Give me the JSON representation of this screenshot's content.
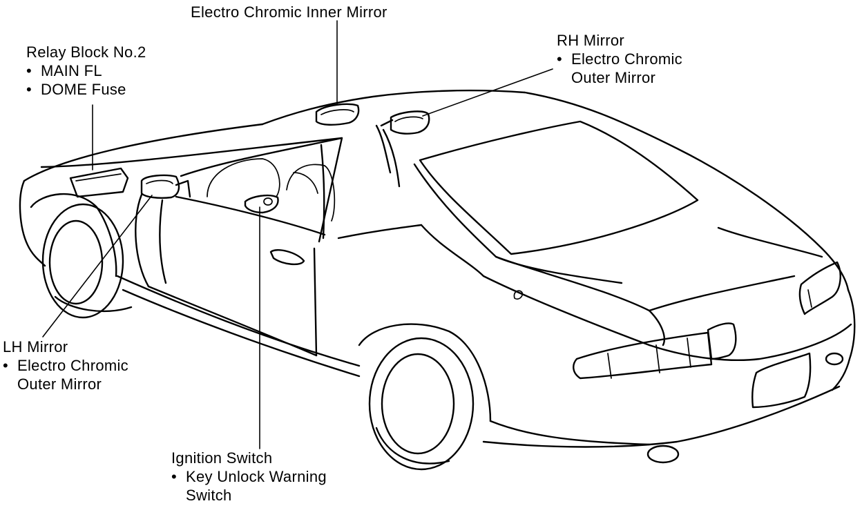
{
  "labels": {
    "relay_block": {
      "title": "Relay Block No.2",
      "items": [
        "MAIN FL",
        "DOME Fuse"
      ]
    },
    "inner_mirror": {
      "title": "Electro Chromic Inner Mirror"
    },
    "rh_mirror": {
      "title": "RH Mirror",
      "item": "Electro Chromic",
      "item_cont": "Outer Mirror"
    },
    "lh_mirror": {
      "title": "LH Mirror",
      "item": "Electro Chromic",
      "item_cont": "Outer Mirror"
    },
    "ignition_switch": {
      "title": "Ignition Switch",
      "item": "Key Unlock Warning",
      "item_cont": "Switch"
    }
  }
}
